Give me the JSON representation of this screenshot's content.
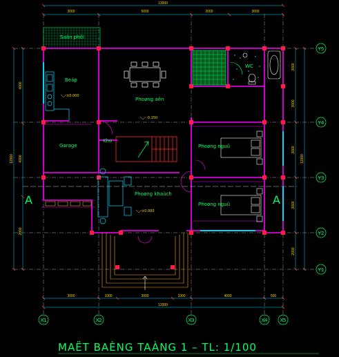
{
  "drawing": {
    "title": "MAËT BAÈNG TAÀNG 1 –  TL: 1/100",
    "section_marker": "A"
  },
  "rooms": {
    "balcony": "Saân phôi",
    "kitchen": "Beáp",
    "dining": "Phoøng aên",
    "wc": "WC",
    "storage": "Kho",
    "garage": "Garage",
    "bedroom_1": "Phoøng nguû",
    "bedroom_2": "Phoøng nguû",
    "living": "Phoøng khaùch"
  },
  "levels": {
    "kitchen": "±0.000",
    "dining": "-0.150",
    "living": "±0.000"
  },
  "dimensions": {
    "top_total": "13000",
    "top_segments": [
      "3000",
      "5000",
      "2000",
      "3000"
    ],
    "bottom_segments": [
      "3000",
      "1000",
      "3000",
      "1000",
      "4000",
      "500"
    ],
    "bottom_total": "12000",
    "left_total": "12000",
    "left_segments": [
      "4000",
      "4000",
      "2000"
    ],
    "right_segments": [
      "3000",
      "3000",
      "3000",
      "3000",
      "2000"
    ],
    "right_total": "12000"
  },
  "grid_axes": {
    "columns": [
      "X1",
      "X2",
      "X3",
      "X4",
      "X5"
    ],
    "rows": [
      "Y5",
      "Y4",
      "Y3",
      "Y2",
      "Y1"
    ]
  },
  "colors": {
    "background": "#000000",
    "wall": "#ff00ff",
    "dimension": "#ffd200",
    "label": "#00ff66",
    "grid_line": "#00d7ff",
    "furniture": "#ffffff",
    "stair": "#ff2a2a",
    "column": "#ff1a4a"
  }
}
